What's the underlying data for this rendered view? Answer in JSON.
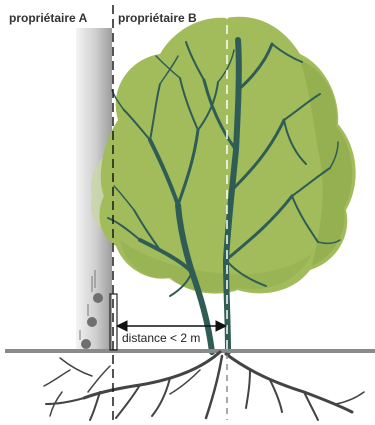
{
  "labels": {
    "owner_a": "propriétaire A",
    "owner_b": "propriétaire B",
    "distance": "distance < 2 m"
  },
  "colors": {
    "foliage": "#a2bc5c",
    "foliage_shadow": "#8aa548",
    "branches": "#2f5d55",
    "roots": "#444444",
    "ground": "#8a8a8a",
    "wall": "#c4c4c4",
    "fruit": "#6f6f6f"
  }
}
